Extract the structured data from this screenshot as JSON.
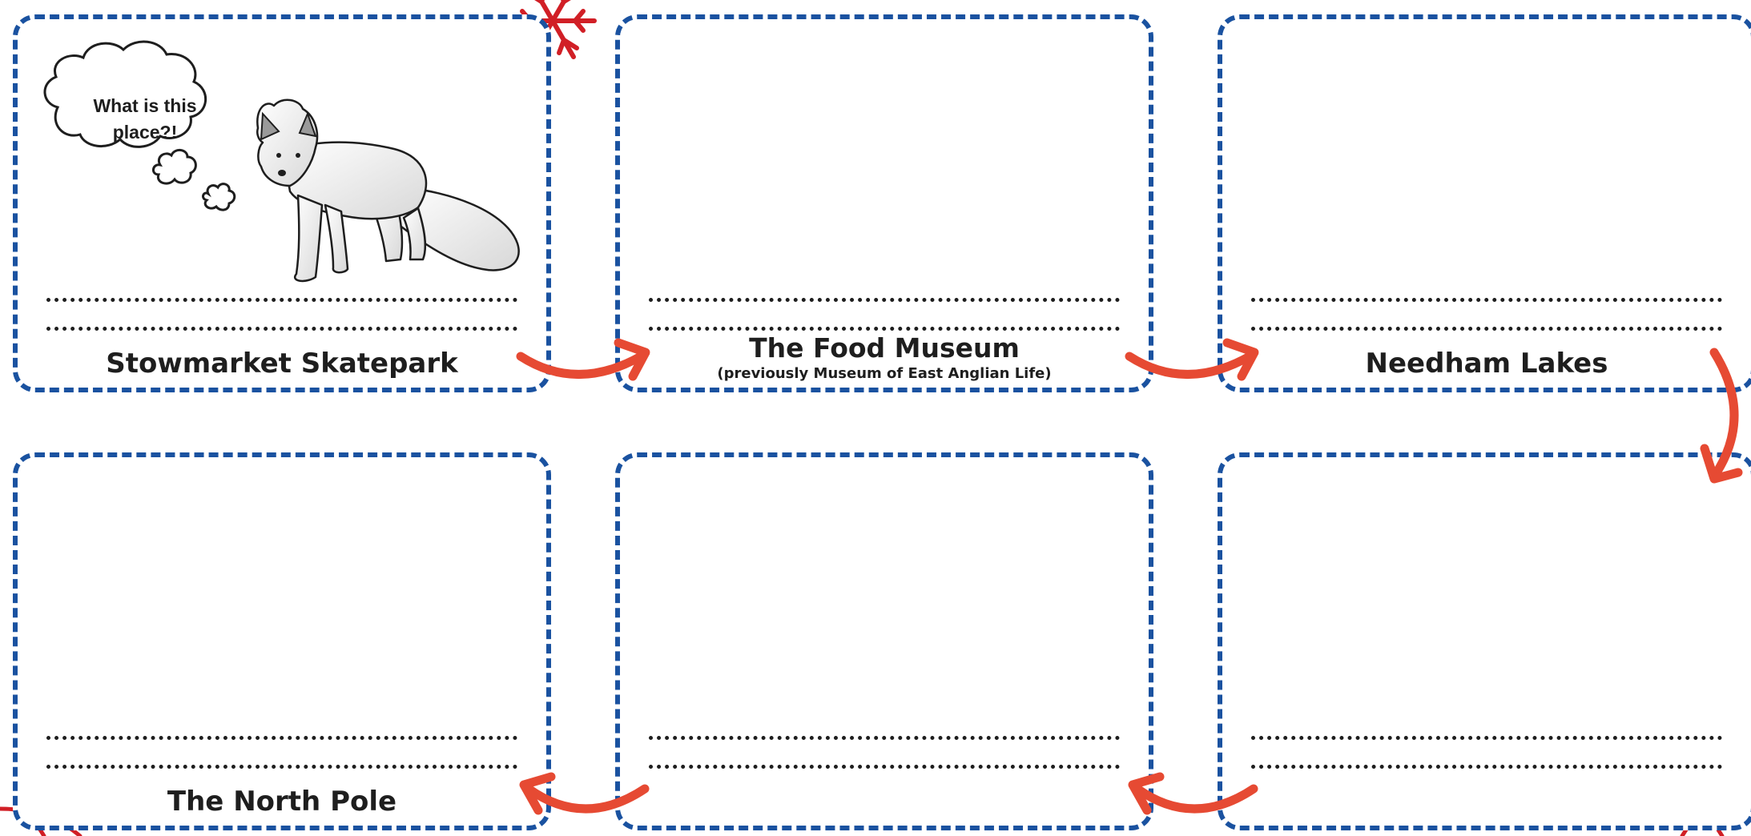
{
  "panels": [
    {
      "title": "Stowmarket Skatepark",
      "subtitle": ""
    },
    {
      "title": "The Food Museum",
      "subtitle": "(previously Museum of East Anglian Life)"
    },
    {
      "title": "Needham Lakes",
      "subtitle": ""
    },
    {
      "title": "The North Pole",
      "subtitle": ""
    },
    {
      "title": "",
      "subtitle": ""
    },
    {
      "title": "",
      "subtitle": ""
    }
  ],
  "thought_bubble": {
    "text": "What is this place?!"
  },
  "illustration": {
    "name": "arctic-fox"
  },
  "colors": {
    "frame": "#1a52a0",
    "arrow": "#e64a33",
    "snowflake": "#d11f26",
    "ink": "#1e1e1e"
  }
}
